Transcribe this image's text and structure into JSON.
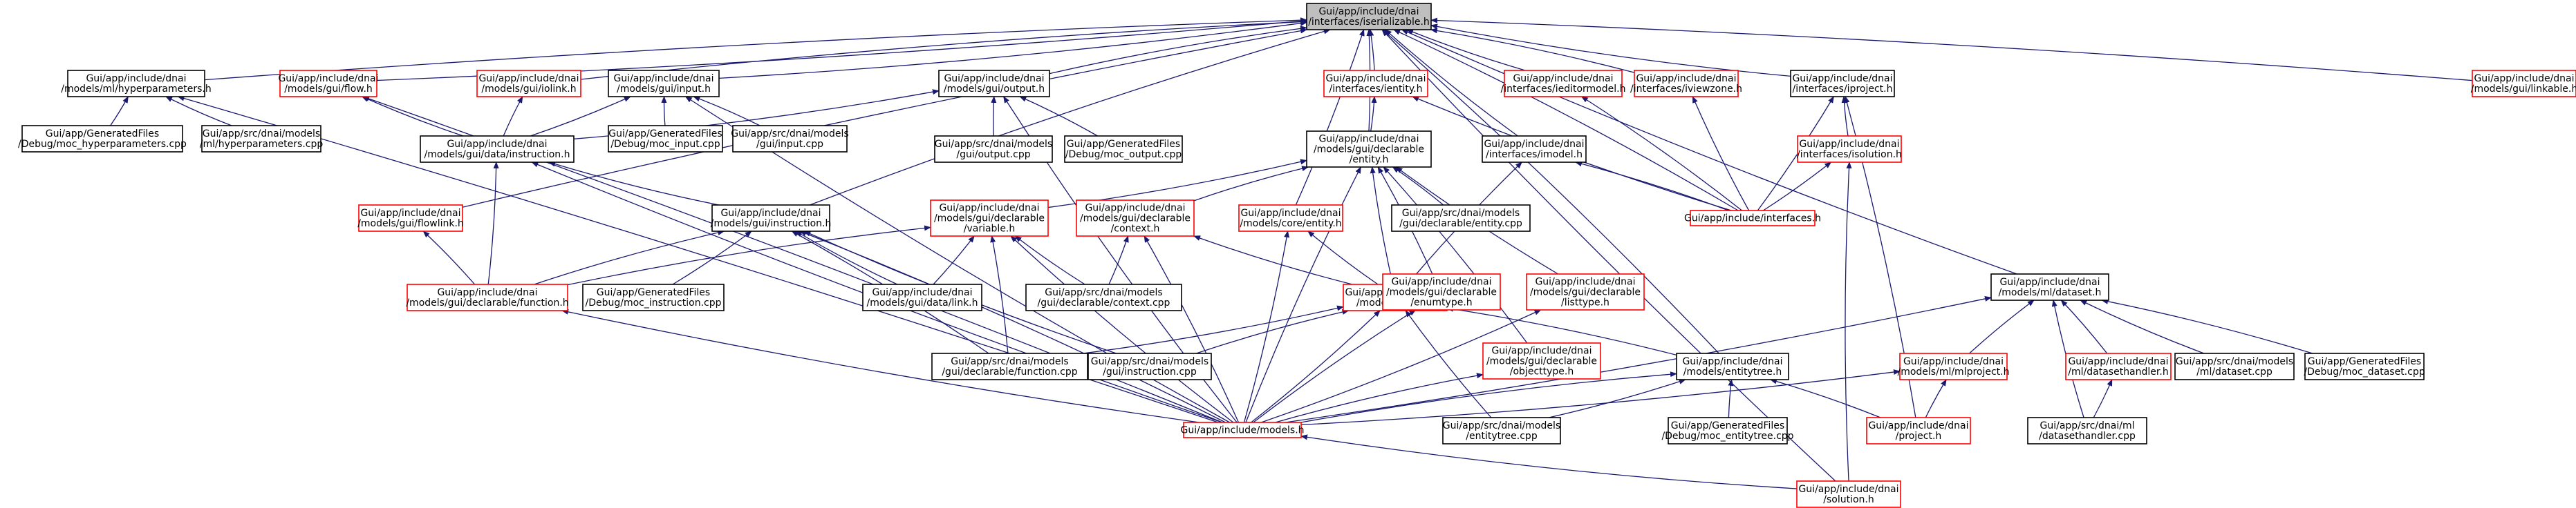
{
  "colors": {
    "edge": "#191970",
    "border_normal": "#000000",
    "border_linked": "#ff0000",
    "root_fill": "#bfbfbf",
    "node_fill": "#ffffff",
    "text": "#000000"
  },
  "nodes": [
    {
      "id": "serializable",
      "lines": [
        "Gui/app/include/dnai",
        "/interfaces/iserializable.h"
      ],
      "style": "root"
    },
    {
      "id": "mlhyper",
      "lines": [
        "Gui/app/include/dnai",
        "/models/ml/hyperparameters.h"
      ],
      "style": "normal"
    },
    {
      "id": "flow",
      "lines": [
        "Gui/app/include/dnai",
        "/models/gui/flow.h"
      ],
      "style": "linked"
    },
    {
      "id": "iolink",
      "lines": [
        "Gui/app/include/dnai",
        "/models/gui/iolink.h"
      ],
      "style": "linked"
    },
    {
      "id": "input",
      "lines": [
        "Gui/app/include/dnai",
        "/models/gui/input.h"
      ],
      "style": "normal"
    },
    {
      "id": "output",
      "lines": [
        "Gui/app/include/dnai",
        "/models/gui/output.h"
      ],
      "style": "normal"
    },
    {
      "id": "ientity",
      "lines": [
        "Gui/app/include/dnai",
        "/interfaces/ientity.h"
      ],
      "style": "linked"
    },
    {
      "id": "ieditor",
      "lines": [
        "Gui/app/include/dnai",
        "/interfaces/ieditormodel.h"
      ],
      "style": "linked"
    },
    {
      "id": "iviewzone",
      "lines": [
        "Gui/app/include/dnai",
        "/interfaces/iviewzone.h"
      ],
      "style": "linked"
    },
    {
      "id": "iproject",
      "lines": [
        "Gui/app/include/dnai",
        "/interfaces/iproject.h"
      ],
      "style": "normal"
    },
    {
      "id": "linkable",
      "lines": [
        "Gui/app/include/dnai",
        "/models/gui/linkable.h"
      ],
      "style": "linked"
    },
    {
      "id": "moc_hyper",
      "lines": [
        "Gui/app/GeneratedFiles",
        "/Debug/moc_hyperparameters.cpp"
      ],
      "style": "normal"
    },
    {
      "id": "hypercpp",
      "lines": [
        "Gui/app/src/dnai/models",
        "/ml/hyperparameters.cpp"
      ],
      "style": "normal"
    },
    {
      "id": "instruction_h",
      "lines": [
        "Gui/app/include/dnai",
        "/models/gui/data/instruction.h"
      ],
      "style": "normal"
    },
    {
      "id": "moc_input",
      "lines": [
        "Gui/app/GeneratedFiles",
        "/Debug/moc_input.cpp"
      ],
      "style": "normal"
    },
    {
      "id": "inputcpp",
      "lines": [
        "Gui/app/src/dnai/models",
        "/gui/input.cpp"
      ],
      "style": "normal"
    },
    {
      "id": "outputcpp",
      "lines": [
        "Gui/app/src/dnai/models",
        "/gui/output.cpp"
      ],
      "style": "normal"
    },
    {
      "id": "moc_output",
      "lines": [
        "Gui/app/GeneratedFiles",
        "/Debug/moc_output.cpp"
      ],
      "style": "normal"
    },
    {
      "id": "decl_entity",
      "lines": [
        "Gui/app/include/dnai",
        "/models/gui/declarable",
        "/entity.h"
      ],
      "style": "normal"
    },
    {
      "id": "imodel",
      "lines": [
        "Gui/app/include/dnai",
        "/interfaces/imodel.h"
      ],
      "style": "normal"
    },
    {
      "id": "isolution",
      "lines": [
        "Gui/app/include/dnai",
        "/interfaces/isolution.h"
      ],
      "style": "linked"
    },
    {
      "id": "flowlink",
      "lines": [
        "Gui/app/include/dnai",
        "/models/gui/flowlink.h"
      ],
      "style": "linked"
    },
    {
      "id": "gui_instruction",
      "lines": [
        "Gui/app/include/dnai",
        "/models/gui/instruction.h"
      ],
      "style": "normal"
    },
    {
      "id": "variable",
      "lines": [
        "Gui/app/include/dnai",
        "/models/gui/declarable",
        "/variable.h"
      ],
      "style": "linked"
    },
    {
      "id": "context",
      "lines": [
        "Gui/app/include/dnai",
        "/models/gui/declarable",
        "/context.h"
      ],
      "style": "linked"
    },
    {
      "id": "core_entity",
      "lines": [
        "Gui/app/include/dnai",
        "/models/core/entity.h"
      ],
      "style": "linked"
    },
    {
      "id": "entitycpp_decl",
      "lines": [
        "Gui/app/src/dnai/models",
        "/gui/declarable/entity.cpp"
      ],
      "style": "normal"
    },
    {
      "id": "interfaces",
      "lines": [
        "Gui/app/include/interfaces.h"
      ],
      "style": "linked"
    },
    {
      "id": "function_h",
      "lines": [
        "Gui/app/include/dnai",
        "/models/gui/declarable/function.h"
      ],
      "style": "linked"
    },
    {
      "id": "moc_instr",
      "lines": [
        "Gui/app/GeneratedFiles",
        "/Debug/moc_instruction.cpp"
      ],
      "style": "normal"
    },
    {
      "id": "datalink",
      "lines": [
        "Gui/app/include/dnai",
        "/models/gui/data/link.h"
      ],
      "style": "normal"
    },
    {
      "id": "contextcpp",
      "lines": [
        "Gui/app/src/dnai/models",
        "/gui/declarable/context.cpp"
      ],
      "style": "normal"
    },
    {
      "id": "models_entity",
      "lines": [
        "Gui/app/include/dnai",
        "/models/entity.h"
      ],
      "style": "linked"
    },
    {
      "id": "enumtype",
      "lines": [
        "Gui/app/include/dnai",
        "/models/gui/declarable",
        "/enumtype.h"
      ],
      "style": "linked"
    },
    {
      "id": "listtype",
      "lines": [
        "Gui/app/include/dnai",
        "/models/gui/declarable",
        "/listtype.h"
      ],
      "style": "linked"
    },
    {
      "id": "ml_dataset",
      "lines": [
        "Gui/app/include/dnai",
        "/models/ml/dataset.h"
      ],
      "style": "normal"
    },
    {
      "id": "functioncpp",
      "lines": [
        "Gui/app/src/dnai/models",
        "/gui/declarable/function.cpp"
      ],
      "style": "normal"
    },
    {
      "id": "instructioncpp",
      "lines": [
        "Gui/app/src/dnai/models",
        "/gui/instruction.cpp"
      ],
      "style": "normal"
    },
    {
      "id": "objecttype",
      "lines": [
        "Gui/app/include/dnai",
        "/models/gui/declarable",
        "/objecttype.h"
      ],
      "style": "linked"
    },
    {
      "id": "entitytree",
      "lines": [
        "Gui/app/include/dnai",
        "/models/entitytree.h"
      ],
      "style": "normal"
    },
    {
      "id": "mlproject",
      "lines": [
        "Gui/app/include/dnai",
        "/models/ml/mlproject.h"
      ],
      "style": "linked"
    },
    {
      "id": "datasethandler_h",
      "lines": [
        "Gui/app/include/dnai",
        "/ml/datasethandler.h"
      ],
      "style": "linked"
    },
    {
      "id": "datasetcpp",
      "lines": [
        "Gui/app/src/dnai/models",
        "/ml/dataset.cpp"
      ],
      "style": "normal"
    },
    {
      "id": "moc_dataset",
      "lines": [
        "Gui/app/GeneratedFiles",
        "/Debug/moc_dataset.cpp"
      ],
      "style": "normal"
    },
    {
      "id": "models_h",
      "lines": [
        "Gui/app/include/models.h"
      ],
      "style": "linked"
    },
    {
      "id": "entitytreecpp",
      "lines": [
        "Gui/app/src/dnai/models",
        "/entitytree.cpp"
      ],
      "style": "normal"
    },
    {
      "id": "moc_entitytree",
      "lines": [
        "Gui/app/GeneratedFiles",
        "/Debug/moc_entitytree.cpp"
      ],
      "style": "normal"
    },
    {
      "id": "project_h",
      "lines": [
        "Gui/app/include/dnai",
        "/project.h"
      ],
      "style": "linked"
    },
    {
      "id": "datasethandlercpp",
      "lines": [
        "Gui/app/src/dnai/ml",
        "/datasethandler.cpp"
      ],
      "style": "normal"
    },
    {
      "id": "solution_h",
      "lines": [
        "Gui/app/include/dnai",
        "/solution.h"
      ],
      "style": "linked"
    }
  ],
  "edges": [
    [
      "mlhyper",
      "serializable"
    ],
    [
      "flow",
      "serializable"
    ],
    [
      "iolink",
      "serializable"
    ],
    [
      "input",
      "serializable"
    ],
    [
      "output",
      "serializable"
    ],
    [
      "ientity",
      "serializable"
    ],
    [
      "ieditor",
      "serializable"
    ],
    [
      "iviewzone",
      "serializable"
    ],
    [
      "iproject",
      "serializable"
    ],
    [
      "linkable",
      "serializable"
    ],
    [
      "gui_instruction",
      "serializable"
    ],
    [
      "decl_entity",
      "serializable"
    ],
    [
      "imodel",
      "serializable"
    ],
    [
      "entitytree",
      "serializable"
    ],
    [
      "ml_dataset",
      "serializable"
    ],
    [
      "core_entity",
      "serializable"
    ],
    [
      "flowlink",
      "serializable"
    ],
    [
      "interfaces",
      "serializable"
    ],
    [
      "solution_h",
      "serializable"
    ],
    [
      "moc_hyper",
      "mlhyper"
    ],
    [
      "hypercpp",
      "mlhyper"
    ],
    [
      "models_h",
      "mlhyper"
    ],
    [
      "instruction_h",
      "flow"
    ],
    [
      "models_h",
      "flow"
    ],
    [
      "instruction_h",
      "iolink"
    ],
    [
      "instruction_h",
      "input"
    ],
    [
      "moc_input",
      "input"
    ],
    [
      "inputcpp",
      "input"
    ],
    [
      "models_h",
      "input"
    ],
    [
      "instruction_h",
      "output"
    ],
    [
      "outputcpp",
      "output"
    ],
    [
      "moc_output",
      "output"
    ],
    [
      "models_h",
      "output"
    ],
    [
      "decl_entity",
      "ientity"
    ],
    [
      "interfaces",
      "ientity"
    ],
    [
      "interfaces",
      "ieditor"
    ],
    [
      "interfaces",
      "iviewzone"
    ],
    [
      "interfaces",
      "iproject"
    ],
    [
      "isolution",
      "iproject"
    ],
    [
      "project_h",
      "iproject"
    ],
    [
      "gui_instruction",
      "instruction_h"
    ],
    [
      "function_h",
      "instruction_h"
    ],
    [
      "models_h",
      "instruction_h"
    ],
    [
      "variable",
      "decl_entity"
    ],
    [
      "context",
      "decl_entity"
    ],
    [
      "entitycpp_decl",
      "decl_entity"
    ],
    [
      "models_entity",
      "decl_entity"
    ],
    [
      "enumtype",
      "decl_entity"
    ],
    [
      "listtype",
      "decl_entity"
    ],
    [
      "objecttype",
      "decl_entity"
    ],
    [
      "models_h",
      "decl_entity"
    ],
    [
      "interfaces",
      "imodel"
    ],
    [
      "models_entity",
      "imodel"
    ],
    [
      "interfaces",
      "isolution"
    ],
    [
      "solution_h",
      "isolution"
    ],
    [
      "function_h",
      "flowlink"
    ],
    [
      "function_h",
      "gui_instruction"
    ],
    [
      "moc_instr",
      "gui_instruction"
    ],
    [
      "datalink",
      "gui_instruction"
    ],
    [
      "functioncpp",
      "gui_instruction"
    ],
    [
      "instructioncpp",
      "gui_instruction"
    ],
    [
      "models_h",
      "gui_instruction"
    ],
    [
      "function_h",
      "variable"
    ],
    [
      "datalink",
      "variable"
    ],
    [
      "contextcpp",
      "variable"
    ],
    [
      "functioncpp",
      "variable"
    ],
    [
      "models_h",
      "variable"
    ],
    [
      "contextcpp",
      "context"
    ],
    [
      "models_entity",
      "context"
    ],
    [
      "models_h",
      "context"
    ],
    [
      "models_entity",
      "core_entity"
    ],
    [
      "models_h",
      "core_entity"
    ],
    [
      "models_h",
      "function_h"
    ],
    [
      "functioncpp",
      "models_entity"
    ],
    [
      "instructioncpp",
      "models_entity"
    ],
    [
      "entitytree",
      "models_entity"
    ],
    [
      "entitytreecpp",
      "models_entity"
    ],
    [
      "models_h",
      "models_entity"
    ],
    [
      "models_h",
      "enumtype"
    ],
    [
      "models_h",
      "listtype"
    ],
    [
      "mlproject",
      "ml_dataset"
    ],
    [
      "datasethandler_h",
      "ml_dataset"
    ],
    [
      "datasetcpp",
      "ml_dataset"
    ],
    [
      "moc_dataset",
      "ml_dataset"
    ],
    [
      "datasethandlercpp",
      "ml_dataset"
    ],
    [
      "models_h",
      "ml_dataset"
    ],
    [
      "models_h",
      "objecttype"
    ],
    [
      "entitytreecpp",
      "entitytree"
    ],
    [
      "moc_entitytree",
      "entitytree"
    ],
    [
      "project_h",
      "entitytree"
    ],
    [
      "models_h",
      "entitytree"
    ],
    [
      "models_h",
      "mlproject"
    ],
    [
      "project_h",
      "mlproject"
    ],
    [
      "datasethandlercpp",
      "datasethandler_h"
    ],
    [
      "solution_h",
      "models_h"
    ]
  ]
}
